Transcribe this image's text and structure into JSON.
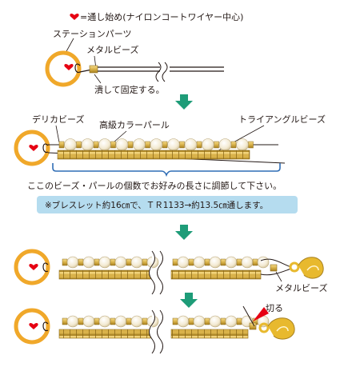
{
  "legend": {
    "heart_label": "=通し始め(ナイロンコートワイヤー中心)"
  },
  "step1": {
    "station_parts_label": "ステーションパーツ",
    "metal_beads_label": "メタルビーズ",
    "crimp_label": "潰して固定する。"
  },
  "step2": {
    "delica_label": "デリカビーズ",
    "pearl_label": "高級カラーパール",
    "triangle_label": "トライアングルビーズ",
    "adjust_note": "ここのビーズ・パールの個数でお好みの長さに調節して下さい。"
  },
  "note": {
    "text": "※ブレスレット約16㎝で、ＴＲ1133→約13.5㎝通します。"
  },
  "step3": {
    "metal_beads_label": "メタルビーズ"
  },
  "step4": {
    "cut_label": "切る"
  },
  "colors": {
    "ring": "#f0a82a",
    "heart": "#e60012",
    "arrow": "#1e9c78",
    "gold_bead": "#d9b24a",
    "pearl": "#f7efdc",
    "note_bg": "#b5dcef",
    "clasp": "#e8b92e"
  }
}
